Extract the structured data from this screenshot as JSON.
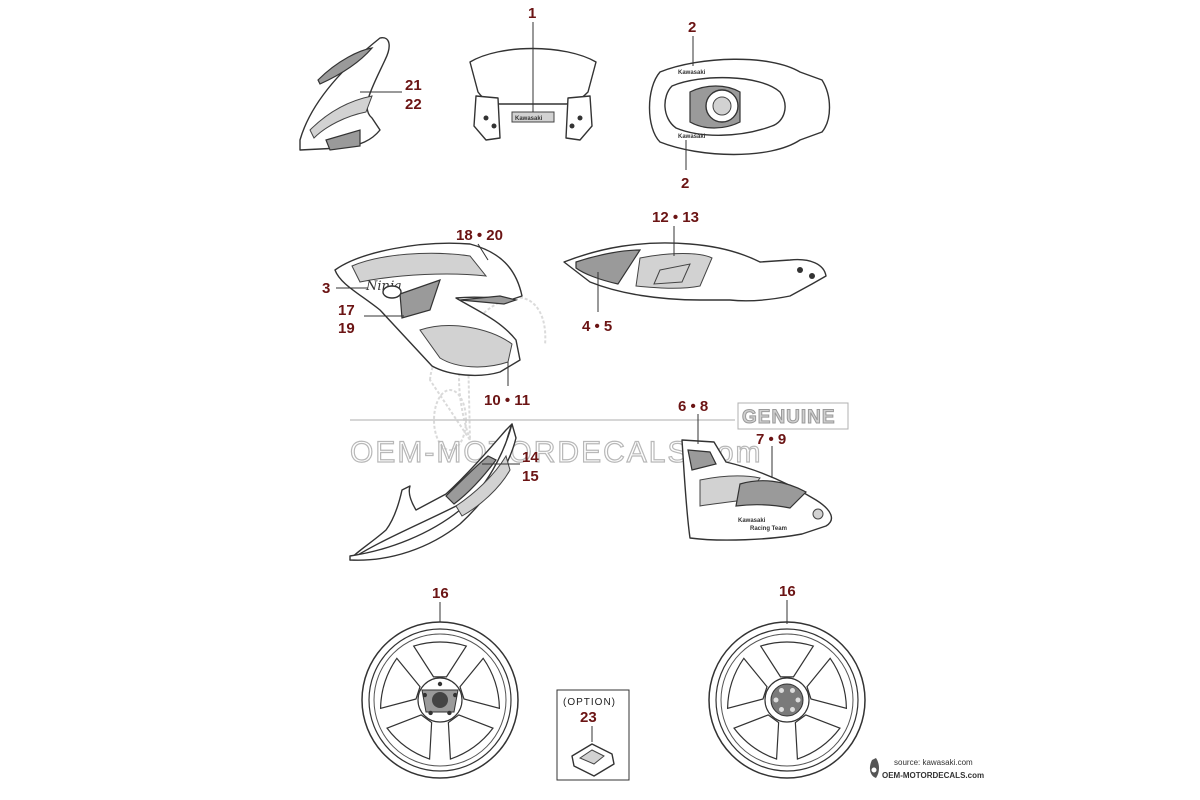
{
  "watermark": {
    "brand_text": "OEM-MOTORDECALS.com",
    "genuine_text": "GENUINE"
  },
  "callouts": {
    "c1": "1",
    "c2a": "2",
    "c2b": "2",
    "c21": "21",
    "c22": "22",
    "c18_20": "18 • 20",
    "c3": "3",
    "c17": "17",
    "c19": "19",
    "c10_11": "10 • 11",
    "c12_13": "12 • 13",
    "c4_5": "4 • 5",
    "c6_8": "6 • 8",
    "c7_9": "7 • 9",
    "c14": "14",
    "c15": "15",
    "c16a": "16",
    "c16b": "16",
    "c23": "23"
  },
  "option_box": {
    "label": "(OPTION)"
  },
  "decals": {
    "windshield_brand": "Kawasaki",
    "tank_brand": "Kawasaki",
    "fairing_script": "Ninja",
    "lower_cowl_brand": "Kawasaki",
    "lower_cowl_sub": "Racing Team"
  },
  "footer": {
    "source": "source: kawasaki.com",
    "site": "OEM-MOTORDECALS.com"
  }
}
